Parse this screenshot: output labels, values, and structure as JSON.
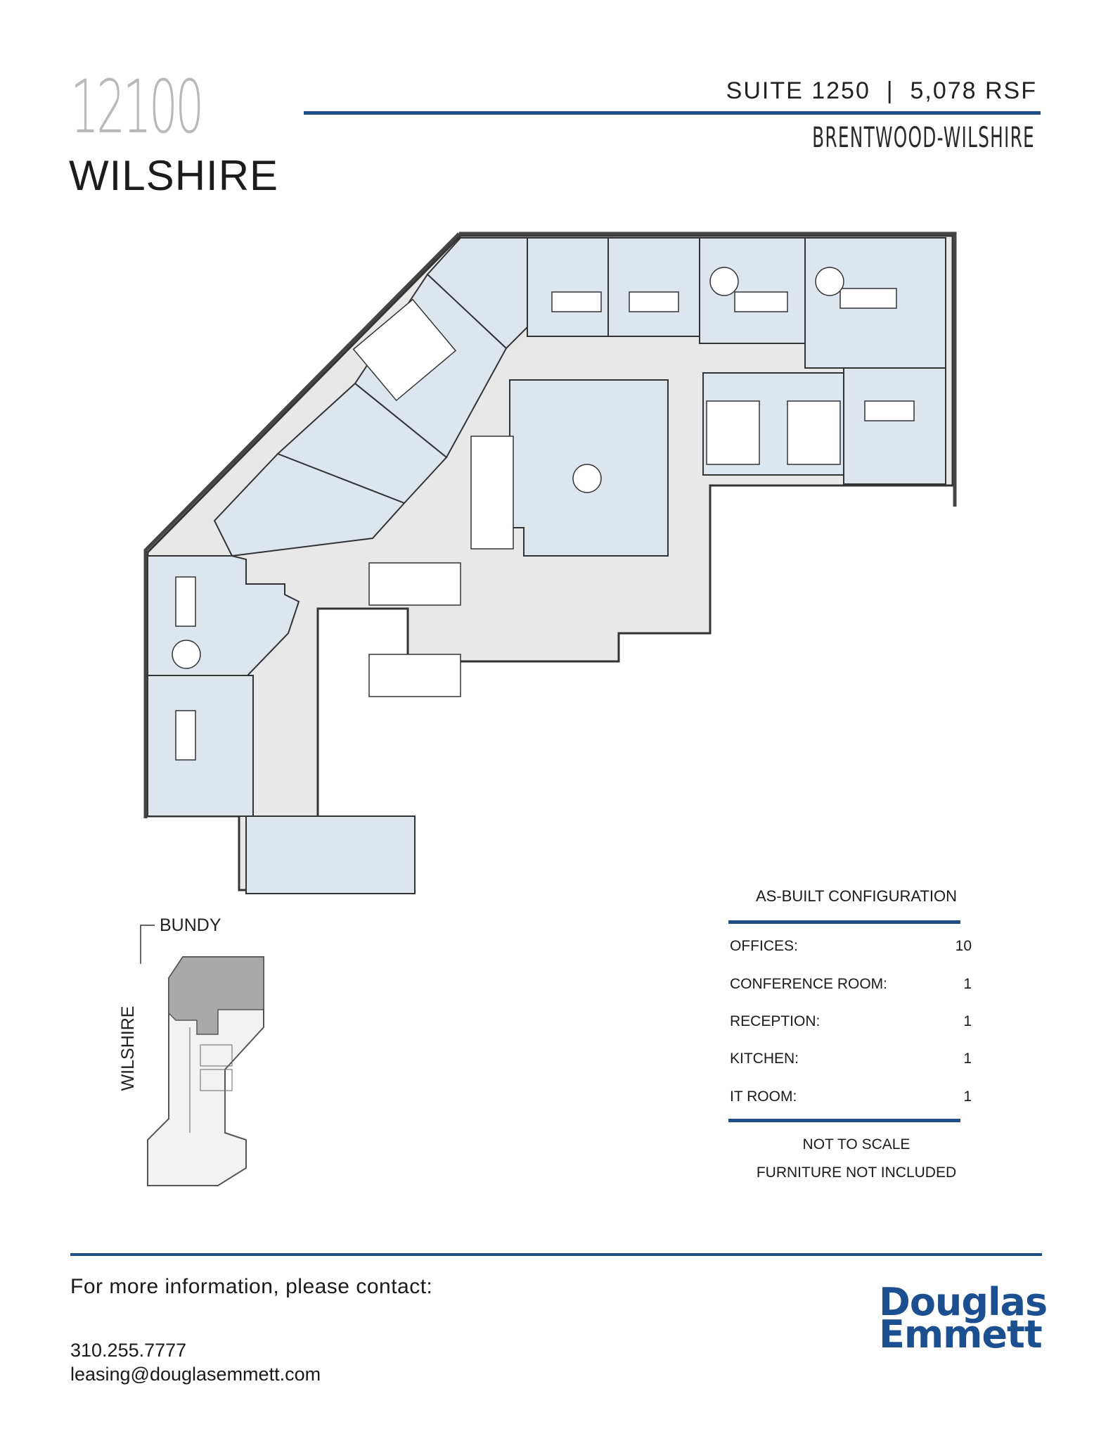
{
  "header": {
    "building_number": "12100",
    "building_street": "WILSHIRE",
    "suite_line": "SUITE 1250  |  5,078 RSF",
    "submarket": "BRENTWOOD-WILSHIRE"
  },
  "keymap": {
    "north_street": "BUNDY",
    "west_street": "WILSHIRE"
  },
  "specs": {
    "title": "AS-BUILT CONFIGURATION",
    "rows": [
      {
        "label": "OFFICES:",
        "value": "10"
      },
      {
        "label": "CONFERENCE ROOM:",
        "value": "1"
      },
      {
        "label": "RECEPTION:",
        "value": "1"
      },
      {
        "label": "KITCHEN:",
        "value": "1"
      },
      {
        "label": "IT ROOM:",
        "value": "1"
      }
    ],
    "notes": [
      "NOT TO SCALE",
      "FURNITURE NOT INCLUDED"
    ]
  },
  "footer": {
    "contact_heading": "For more information, please contact:",
    "phone": "310.255.7777",
    "email": "leasing@douglasemmett.com",
    "logo_line1": "Douglas",
    "logo_line2": "Emmett"
  },
  "colors": {
    "accent_rule": "#1f4e86",
    "logo_blue": "#1c4f90",
    "room_fill": "#dde5ef",
    "corridor_fill": "#e8e8e8"
  }
}
